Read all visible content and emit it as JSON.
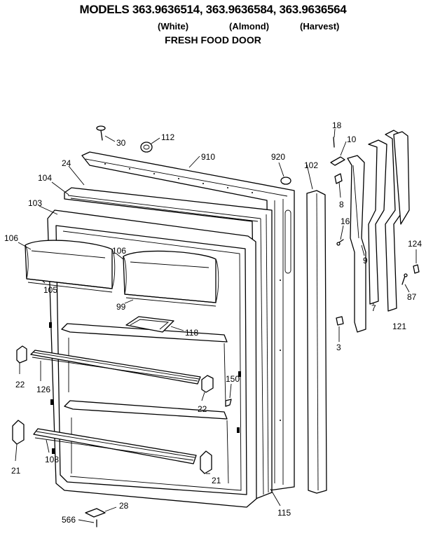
{
  "header": {
    "models": "MODELS 363.9636514, 363.9636584, 363.9636564",
    "variants": [
      "(White)",
      "(Almond)",
      "(Harvest)"
    ],
    "section": "FRESH FOOD DOOR"
  },
  "callouts": {
    "p30": "30",
    "p112": "112",
    "p910": "910",
    "p920": "920",
    "p102": "102",
    "p18": "18",
    "p10": "10",
    "p8": "8",
    "p16": "16",
    "p9": "9",
    "p124": "124",
    "p87": "87",
    "p7": "7",
    "p121": "121",
    "p3": "3",
    "p24": "24",
    "p104": "104",
    "p103": "103",
    "p106a": "106",
    "p106b": "106",
    "p105": "105",
    "p99": "99",
    "p118": "118",
    "p22a": "22",
    "p126": "126",
    "p150": "150",
    "p22b": "22",
    "p21a": "21",
    "p108": "108",
    "p21b": "21",
    "p28": "28",
    "p566": "566",
    "p115": "115"
  }
}
